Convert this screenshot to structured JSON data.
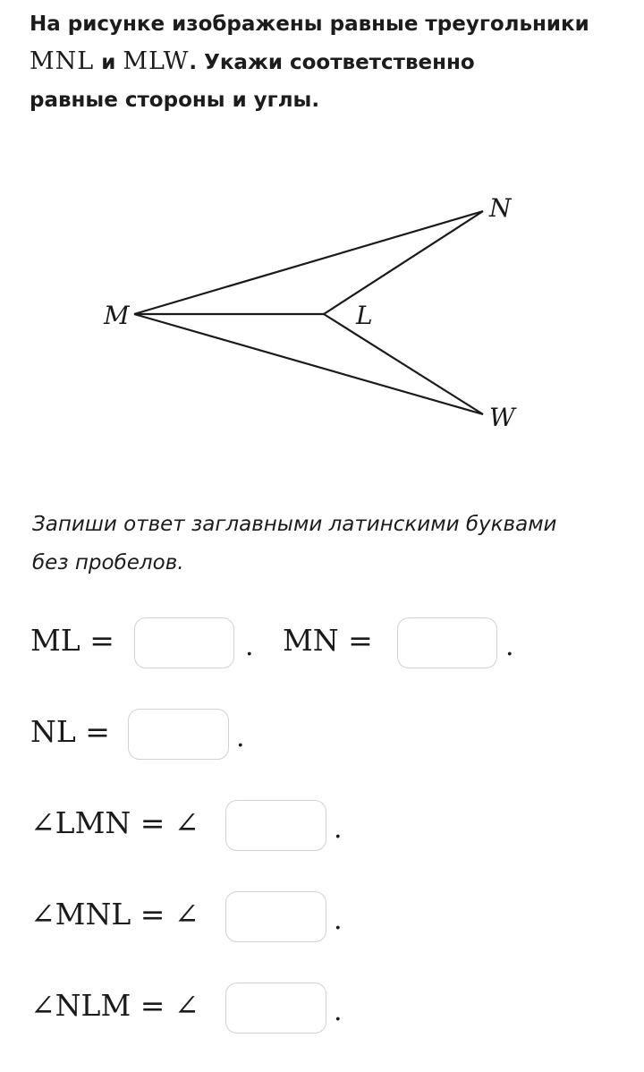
{
  "task": {
    "line1": "На рисунке изображены равные треугольники",
    "triangle_a": "MNL",
    "conjunction": "и",
    "triangle_b": "MLW",
    "line2_tail": ". Укажи соответственно",
    "line3": "равные стороны и углы."
  },
  "figure": {
    "labels": {
      "m": "M",
      "n": "N",
      "l": "L",
      "w": "W"
    }
  },
  "instruction": {
    "line1": "Запиши ответ заглавными латинскими буквами",
    "line2": "без пробелов."
  },
  "questions": {
    "ml": {
      "label": "ML =",
      "value": "",
      "suffix": "."
    },
    "mn": {
      "label": "MN =",
      "value": "",
      "suffix": "."
    },
    "nl": {
      "label": "NL =",
      "value": "",
      "suffix": "."
    },
    "angle_lmn": {
      "label": "∠LMN = ∠",
      "value": "",
      "suffix": "."
    },
    "angle_mnl": {
      "label": "∠MNL = ∠",
      "value": "",
      "suffix": "."
    },
    "angle_nlm": {
      "label": "∠NLM = ∠",
      "value": "",
      "suffix": "."
    }
  }
}
